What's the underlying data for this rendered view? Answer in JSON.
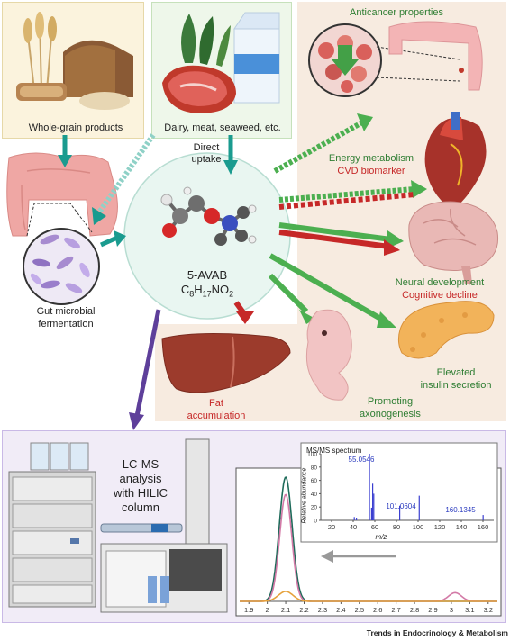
{
  "sources": {
    "whole_grain": "Whole-grain products",
    "dairy": "Dairy, meat, seaweed, etc."
  },
  "center": {
    "direct_uptake": "Direct\nuptake",
    "compound_name": "5-AVAB",
    "formula_prefix": "C",
    "formula_c": "8",
    "formula_h_prefix": "H",
    "formula_h": "17",
    "formula_no": "NO",
    "formula_o": "2"
  },
  "gut": {
    "label_line1": "Gut microbial",
    "label_line2": "fermentation"
  },
  "effects": {
    "anticancer": "Anticancer properties",
    "energy": "Energy metabolism",
    "cvd": "CVD biomarker",
    "neural": "Neural development",
    "cognitive": "Cognitive decline",
    "insulin_1": "Elevated",
    "insulin_2": "insulin secretion",
    "axon_1": "Promoting",
    "axon_2": "axonogenesis",
    "fat_1": "Fat",
    "fat_2": "accumulation"
  },
  "lcms": {
    "line1": "LC-MS",
    "line2": "analysis",
    "line3": "with HILIC",
    "line4": "column"
  },
  "ms_spectrum": {
    "title": "MS/MS spectrum",
    "ylabel": "Relative abundance",
    "xlabel": "m/z",
    "peak_labels": [
      "55.0546",
      "101.0604",
      "160.1345"
    ]
  },
  "footer": "Trends in Endocrinology & Metabolism",
  "colors": {
    "green_arrow": "#4caf50",
    "red_arrow": "#c62828",
    "teal_arrow": "#1a9b8f",
    "purple_arrow": "#5e3f9a",
    "panel_beige": "#f7ebe0",
    "panel_lavender": "#f1ecf7"
  },
  "chart_data": [
    {
      "type": "line",
      "title": "",
      "xlabel": "",
      "ylabel": "",
      "xlim": [
        1.85,
        3.25
      ],
      "ylim": [
        0,
        100
      ],
      "x_ticks": [
        "1.9",
        "2",
        "2.1",
        "2.2",
        "2.3",
        "2.4",
        "2.5",
        "2.6",
        "2.7",
        "2.8",
        "2.9",
        "3",
        "3.1",
        "3.2"
      ],
      "series": [
        {
          "color": "#1e6b5a",
          "peaks": [
            {
              "x": 2.1,
              "height": 100,
              "width": 0.035
            }
          ]
        },
        {
          "color": "#d37aa7",
          "peaks": [
            {
              "x": 2.1,
              "height": 86,
              "width": 0.033
            },
            {
              "x": 3.02,
              "height": 7,
              "width": 0.035
            }
          ]
        },
        {
          "color": "#e6a23c",
          "peaks": [
            {
              "x": 2.1,
              "height": 8,
              "width": 0.04
            }
          ]
        }
      ]
    },
    {
      "type": "bar",
      "title": "MS/MS spectrum",
      "xlabel": "m/z",
      "ylabel": "Relative abundance",
      "xlim": [
        10,
        170
      ],
      "ylim": [
        0,
        100
      ],
      "x_ticks": [
        "20",
        "40",
        "60",
        "80",
        "100",
        "120",
        "140",
        "160"
      ],
      "y_ticks": [
        "0",
        "20",
        "40",
        "60",
        "80",
        "100"
      ],
      "peaks": [
        {
          "x": 41,
          "y": 5
        },
        {
          "x": 43,
          "y": 4
        },
        {
          "x": 55.0546,
          "y": 100
        },
        {
          "x": 57,
          "y": 19
        },
        {
          "x": 58,
          "y": 55
        },
        {
          "x": 59,
          "y": 40
        },
        {
          "x": 83,
          "y": 22
        },
        {
          "x": 101.0604,
          "y": 37
        },
        {
          "x": 160.1345,
          "y": 8
        }
      ],
      "labels": [
        {
          "x": 55.0546,
          "text": "55.0546"
        },
        {
          "x": 101.0604,
          "text": "101.0604"
        },
        {
          "x": 160.1345,
          "text": "160.1345"
        }
      ]
    }
  ]
}
